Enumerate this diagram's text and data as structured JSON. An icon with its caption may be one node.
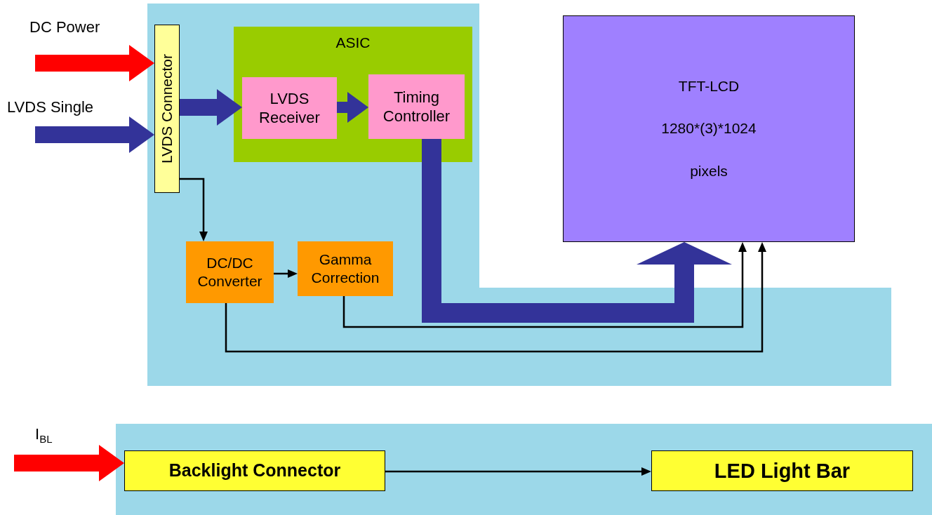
{
  "diagram": {
    "nodes": [
      {
        "text": [],
        "shape": "box"
      },
      {
        "text": [
          "LVDS Connector"
        ],
        "in": 0
      },
      {
        "text": [
          "ASIC"
        ],
        "in": 0
      },
      {
        "text": [
          "LVDS Receiver"
        ],
        "in": 2
      },
      {
        "text": [
          "Timing Controller"
        ],
        "in": 2
      },
      {
        "text": [
          "DC/DC Converter"
        ],
        "in": 0
      },
      {
        "text": [
          "Gamma Correction"
        ],
        "in": 0
      },
      {
        "text": [
          "TFT-LCD",
          "1280*(3)*1024",
          "pixels"
        ]
      },
      {
        "text": [],
        "shape": "box"
      },
      {
        "text": [
          "Backlight Connector"
        ],
        "in": 8
      },
      {
        "text": [
          "LED Light Bar"
        ],
        "in": 8
      }
    ],
    "edges": [
      {
        "from": null,
        "to": 1,
        "arrow": "to",
        "label": "DC Power",
        "color": "#ff0000"
      },
      {
        "from": null,
        "to": 1,
        "arrow": "to",
        "label": "LVDS Single",
        "color": "#333399"
      },
      {
        "from": 1,
        "to": 3,
        "arrow": "to",
        "color": "#333399"
      },
      {
        "from": 3,
        "to": 4,
        "arrow": "to",
        "color": "#333399"
      },
      {
        "from": 4,
        "to": 7,
        "arrow": "to",
        "color": "#333399"
      },
      {
        "from": 1,
        "to": 5,
        "arrow": "to"
      },
      {
        "from": 5,
        "to": 6,
        "arrow": "to"
      },
      {
        "from": 6,
        "to": 7,
        "arrow": "to"
      },
      {
        "from": 5,
        "to": 7,
        "arrow": "to"
      },
      {
        "from": null,
        "to": 9,
        "arrow": "to",
        "label": "I$_{BL}$",
        "color": "#ff0000"
      },
      {
        "from": 9,
        "to": 10,
        "arrow": "to"
      }
    ]
  }
}
